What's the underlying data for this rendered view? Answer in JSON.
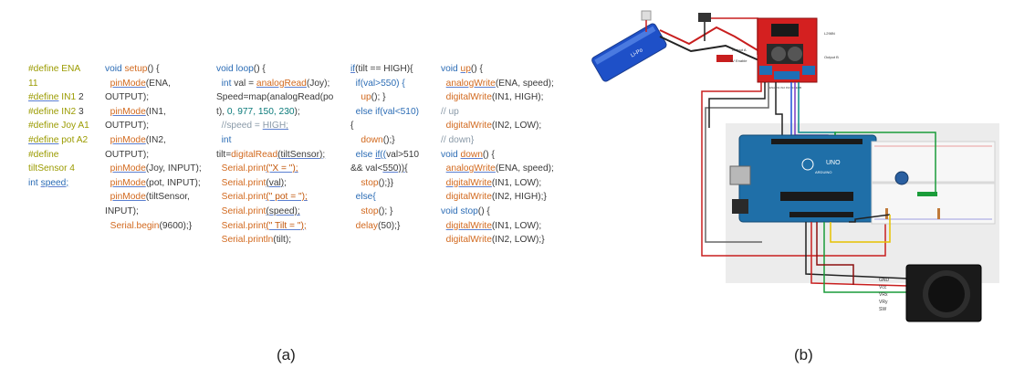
{
  "panel_a": {
    "caption": "(a)",
    "columns": [
      [
        [
          {
            "t": "#define ENA",
            "c": "def"
          }
        ],
        [
          {
            "t": "11",
            "c": "def"
          }
        ],
        [
          {
            "t": "#define",
            "c": "def",
            "u": true
          },
          {
            "t": " IN1 ",
            "c": "def"
          },
          {
            "t": "2",
            "c": "pl"
          }
        ],
        [
          {
            "t": "#define",
            "c": "def"
          },
          {
            "t": " IN2 ",
            "c": "def"
          },
          {
            "t": "3",
            "c": "pl"
          }
        ],
        [
          {
            "t": "#define Joy A1",
            "c": "def"
          }
        ],
        [
          {
            "t": "#define",
            "c": "def",
            "u": true
          },
          {
            "t": " pot A2",
            "c": "def"
          }
        ],
        [
          {
            "t": "#define",
            "c": "def"
          }
        ],
        [
          {
            "t": "tiltSensor 4",
            "c": "def"
          }
        ],
        [
          {
            "t": "int ",
            "c": "kw"
          },
          {
            "t": "speed;",
            "c": "kw",
            "u": true
          }
        ]
      ],
      [
        [
          {
            "t": "void ",
            "c": "kw"
          },
          {
            "t": "setup",
            "c": "fn"
          },
          {
            "t": "() {",
            "c": "pl"
          }
        ],
        [
          {
            "t": "  ",
            "c": "pl"
          },
          {
            "t": "pinMode",
            "c": "fn",
            "u": true
          },
          {
            "t": "(ENA,",
            "c": "pl"
          }
        ],
        [
          {
            "t": "OUTPUT);",
            "c": "pl"
          }
        ],
        [
          {
            "t": "  ",
            "c": "pl"
          },
          {
            "t": "pinMode",
            "c": "fn",
            "u": true
          },
          {
            "t": "(IN1,",
            "c": "pl"
          }
        ],
        [
          {
            "t": "OUTPUT);",
            "c": "pl"
          }
        ],
        [
          {
            "t": "  ",
            "c": "pl"
          },
          {
            "t": "pinMode",
            "c": "fn",
            "u": true
          },
          {
            "t": "(IN2,",
            "c": "pl"
          }
        ],
        [
          {
            "t": "OUTPUT);",
            "c": "pl"
          }
        ],
        [
          {
            "t": "  ",
            "c": "pl"
          },
          {
            "t": "pinMode",
            "c": "fn",
            "u": true
          },
          {
            "t": "(Joy, INPUT);",
            "c": "pl"
          }
        ],
        [
          {
            "t": "  ",
            "c": "pl"
          },
          {
            "t": "pinMode",
            "c": "fn",
            "u": true
          },
          {
            "t": "(pot, INPUT);",
            "c": "pl"
          }
        ],
        [
          {
            "t": "  ",
            "c": "pl"
          },
          {
            "t": "pinMode",
            "c": "fn",
            "u": true
          },
          {
            "t": "(tiltSensor,",
            "c": "pl"
          }
        ],
        [
          {
            "t": "INPUT);",
            "c": "pl"
          }
        ],
        [
          {
            "t": "  ",
            "c": "pl"
          },
          {
            "t": "Serial.begin",
            "c": "fn"
          },
          {
            "t": "(9600);}",
            "c": "pl"
          }
        ]
      ],
      [
        [
          {
            "t": "void ",
            "c": "kw"
          },
          {
            "t": "loop",
            "c": "kw"
          },
          {
            "t": "() {",
            "c": "pl"
          }
        ],
        [
          {
            "t": "  int ",
            "c": "kw"
          },
          {
            "t": "val = ",
            "c": "pl"
          },
          {
            "t": "analogRead",
            "c": "fn",
            "u": true
          },
          {
            "t": "(Joy);",
            "c": "pl"
          }
        ],
        [
          {
            "t": "Speed=map(analogRead(po",
            "c": "pl"
          }
        ],
        [
          {
            "t": "t), ",
            "c": "pl"
          },
          {
            "t": "0, 977, 150, 230",
            "c": "num"
          },
          {
            "t": ");",
            "c": "pl"
          }
        ],
        [
          {
            "t": "  //speed = ",
            "c": "cm"
          },
          {
            "t": "HIGH;",
            "c": "cm",
            "u": true
          }
        ],
        [
          {
            "t": "  int",
            "c": "kw"
          }
        ],
        [
          {
            "t": "tilt=",
            "c": "pl"
          },
          {
            "t": "digitalRead",
            "c": "fn"
          },
          {
            "t": "(tiltSensor);",
            "c": "pl",
            "u": true
          }
        ],
        [
          {
            "t": "  ",
            "c": "pl"
          },
          {
            "t": "Serial.print",
            "c": "fn"
          },
          {
            "t": "(\"X = \");",
            "c": "str",
            "u": true
          }
        ],
        [
          {
            "t": "  ",
            "c": "pl"
          },
          {
            "t": "Serial.print",
            "c": "fn"
          },
          {
            "t": "(val);",
            "c": "pl",
            "u": true
          }
        ],
        [
          {
            "t": "  ",
            "c": "pl"
          },
          {
            "t": "Serial.print",
            "c": "fn"
          },
          {
            "t": "(\" pot = \");",
            "c": "str",
            "u": true
          }
        ],
        [
          {
            "t": "  ",
            "c": "pl"
          },
          {
            "t": "Serial.print",
            "c": "fn"
          },
          {
            "t": "(speed);",
            "c": "pl",
            "u": true
          }
        ],
        [
          {
            "t": "  ",
            "c": "pl"
          },
          {
            "t": "Serial.print",
            "c": "fn"
          },
          {
            "t": "(\" Tilt = \");",
            "c": "str",
            "u": true
          }
        ],
        [
          {
            "t": "  ",
            "c": "pl"
          },
          {
            "t": "Serial.println",
            "c": "fn"
          },
          {
            "t": "(tilt);",
            "c": "pl"
          }
        ]
      ],
      [
        [
          {
            "t": "if",
            "c": "kw",
            "u": true
          },
          {
            "t": "(tilt == HIGH){",
            "c": "pl"
          }
        ],
        [
          {
            "t": "  if(val>550) {",
            "c": "kw"
          }
        ],
        [
          {
            "t": "    ",
            "c": "pl"
          },
          {
            "t": "up",
            "c": "fn"
          },
          {
            "t": "(); }",
            "c": "pl"
          }
        ],
        [
          {
            "t": "  else if(val<510)",
            "c": "kw"
          }
        ],
        [
          {
            "t": "{",
            "c": "pl"
          }
        ],
        [
          {
            "t": "    ",
            "c": "pl"
          },
          {
            "t": "down",
            "c": "fn"
          },
          {
            "t": "();}",
            "c": "pl"
          }
        ],
        [
          {
            "t": "  else ",
            "c": "kw"
          },
          {
            "t": "if((",
            "c": "kw",
            "u": true
          },
          {
            "t": "val>510",
            "c": "pl"
          }
        ],
        [
          {
            "t": "&& val<",
            "c": "pl"
          },
          {
            "t": "550)){",
            "c": "pl",
            "u": true
          }
        ],
        [
          {
            "t": "    ",
            "c": "pl"
          },
          {
            "t": "stop",
            "c": "fn"
          },
          {
            "t": "();}}",
            "c": "pl"
          }
        ],
        [
          {
            "t": "  else{",
            "c": "kw"
          }
        ],
        [
          {
            "t": "    ",
            "c": "pl"
          },
          {
            "t": "stop",
            "c": "fn"
          },
          {
            "t": "(); }",
            "c": "pl"
          }
        ],
        [
          {
            "t": "  ",
            "c": "pl"
          },
          {
            "t": "delay",
            "c": "fn"
          },
          {
            "t": "(50);}",
            "c": "pl"
          }
        ]
      ],
      [
        [
          {
            "t": "void ",
            "c": "kw"
          },
          {
            "t": "up",
            "c": "fn",
            "u": true
          },
          {
            "t": "() {",
            "c": "pl"
          }
        ],
        [
          {
            "t": "  ",
            "c": "pl"
          },
          {
            "t": "analogWrite",
            "c": "fn",
            "u": true
          },
          {
            "t": "(ENA, speed);",
            "c": "pl"
          }
        ],
        [
          {
            "t": "  ",
            "c": "pl"
          },
          {
            "t": "digitalWrite",
            "c": "fn"
          },
          {
            "t": "(IN1, HIGH);",
            "c": "pl"
          }
        ],
        [
          {
            "t": "// up",
            "c": "cm"
          }
        ],
        [
          {
            "t": "  ",
            "c": "pl"
          },
          {
            "t": "digitalWrite",
            "c": "fn"
          },
          {
            "t": "(IN2, LOW);",
            "c": "pl"
          }
        ],
        [
          {
            "t": "// down}",
            "c": "cm"
          }
        ],
        [
          {
            "t": "void ",
            "c": "kw"
          },
          {
            "t": "down",
            "c": "fn",
            "u": true
          },
          {
            "t": "() {",
            "c": "pl"
          }
        ],
        [
          {
            "t": "  ",
            "c": "pl"
          },
          {
            "t": "analogWrite",
            "c": "fn",
            "u": true
          },
          {
            "t": "(ENA, speed);",
            "c": "pl"
          }
        ],
        [
          {
            "t": "  ",
            "c": "pl"
          },
          {
            "t": "digitalWrite",
            "c": "fn",
            "u": true
          },
          {
            "t": "(IN1, LOW);",
            "c": "pl"
          }
        ],
        [
          {
            "t": "  ",
            "c": "pl"
          },
          {
            "t": "digitalWrite",
            "c": "fn"
          },
          {
            "t": "(IN2, HIGH);}",
            "c": "pl"
          }
        ],
        [
          {
            "t": "void ",
            "c": "kw"
          },
          {
            "t": "stop",
            "c": "kw"
          },
          {
            "t": "() {",
            "c": "pl"
          }
        ],
        [
          {
            "t": "  ",
            "c": "pl"
          },
          {
            "t": "digitalWrite",
            "c": "fn",
            "u": true
          },
          {
            "t": "(IN1, LOW);",
            "c": "pl"
          }
        ],
        [
          {
            "t": "  ",
            "c": "pl"
          },
          {
            "t": "digitalWrite",
            "c": "fn"
          },
          {
            "t": "(IN2, LOW);}",
            "c": "pl"
          }
        ]
      ]
    ]
  },
  "panel_b": {
    "caption": "(b)",
    "driver_labels": {
      "l298n": "L298N",
      "output_a": "Output A",
      "output_b": "Output B",
      "enable": "5V Enable",
      "pins": "ENA IN1 IN2 IN3 IN4 ENB"
    },
    "battery_label": "Li-Po",
    "arduino_label": "ARDUINO",
    "uno_label": "UNO",
    "joystick_pins": [
      "GND",
      "Vcc",
      "VRx",
      "VRy",
      "SW"
    ]
  },
  "colors": {
    "define": "#9b9b00",
    "keyword": "#2b6cb5",
    "function": "#d2691e",
    "plain": "#3a3a3a",
    "number": "#0a7a7a",
    "comment": "#8a9aa8",
    "string": "#c2570b"
  }
}
